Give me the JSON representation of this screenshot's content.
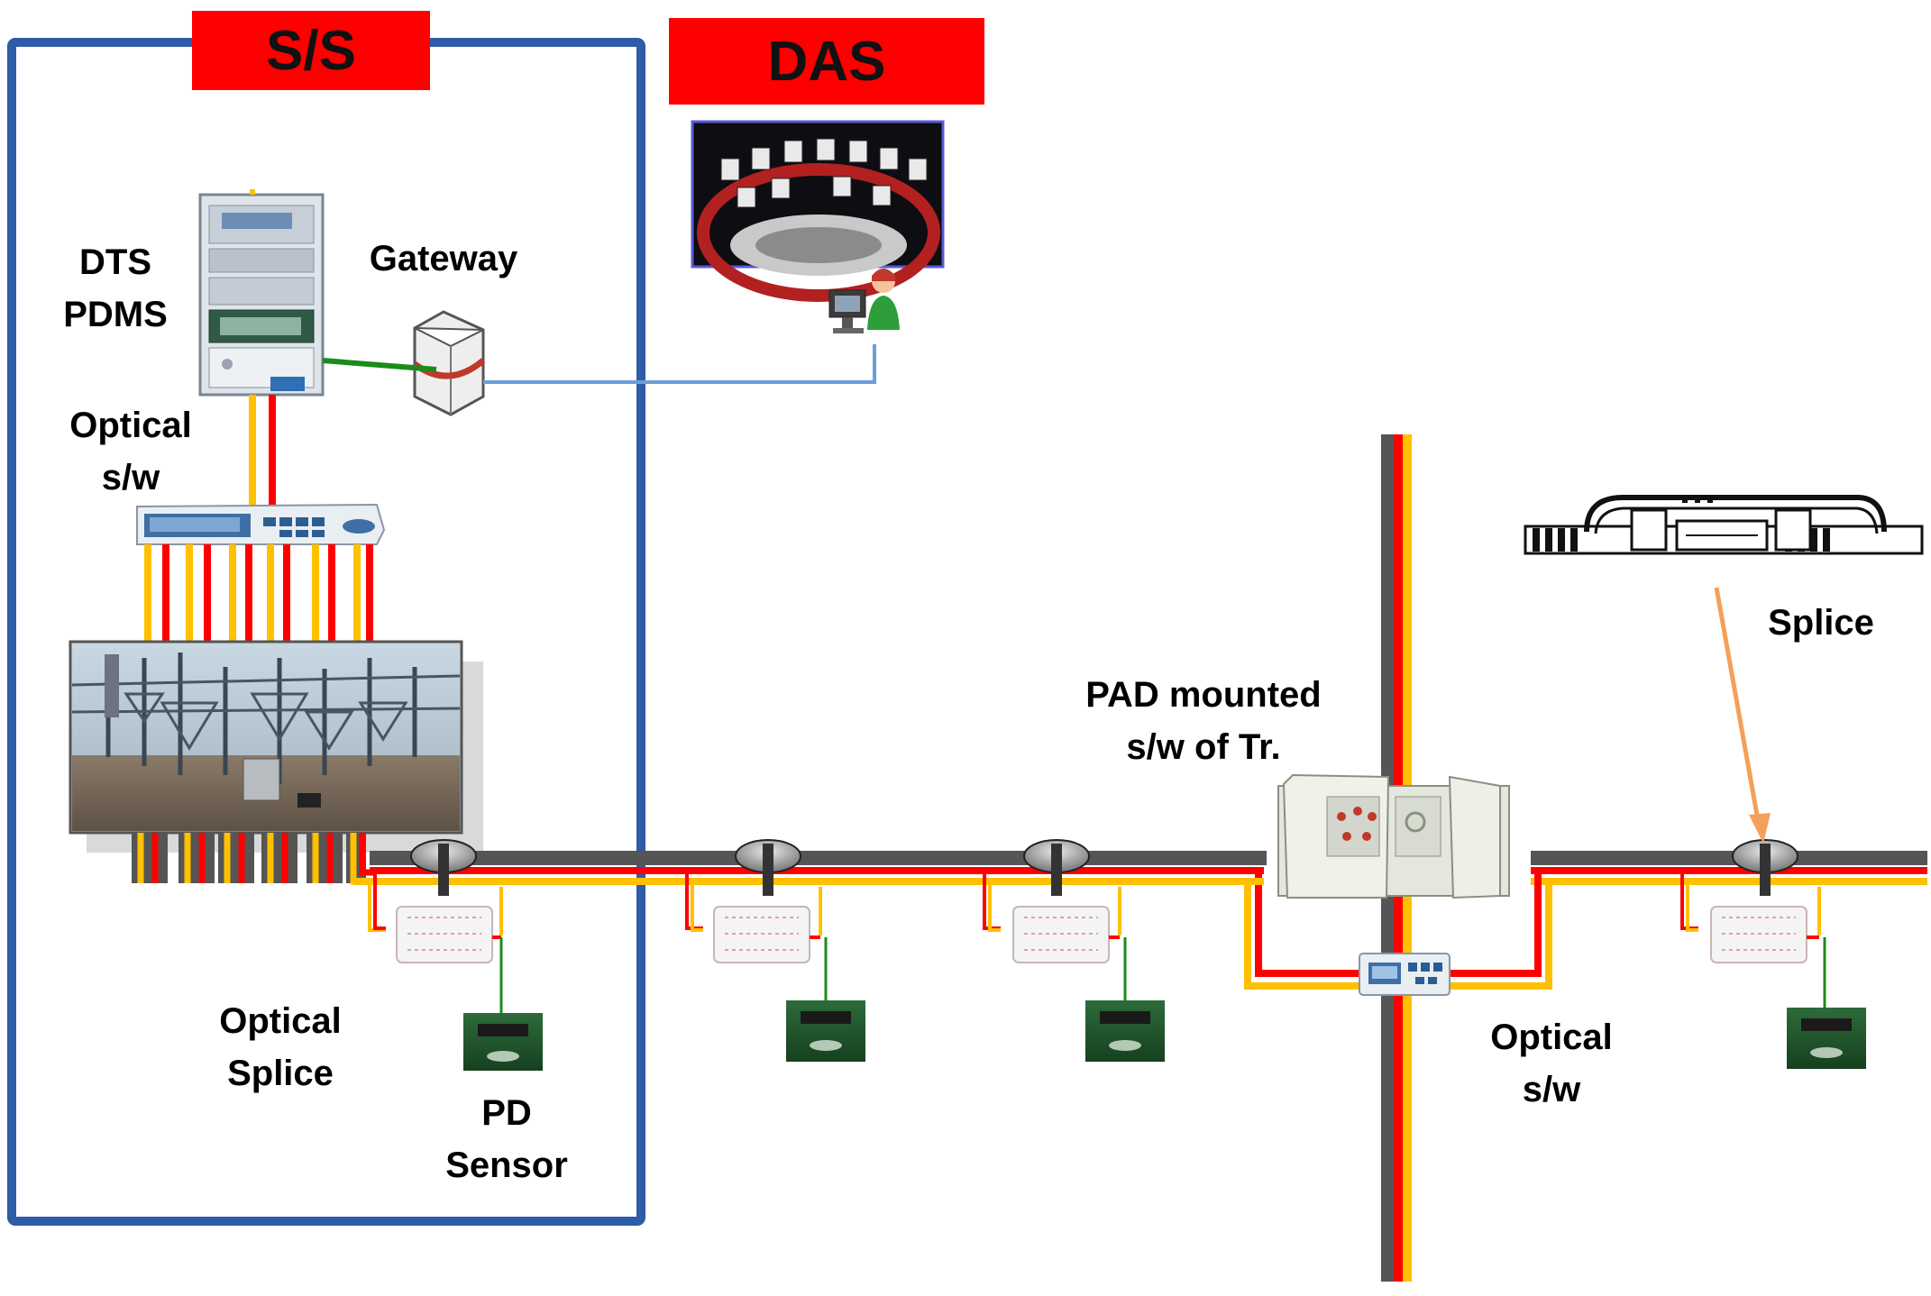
{
  "headers": {
    "substation": "S/S",
    "das": "DAS"
  },
  "labels": {
    "dts_line1": "DTS",
    "dts_line2": "PDMS",
    "gateway": "Gateway",
    "optical_sw_top_line1": "Optical",
    "optical_sw_top_line2": "s/w",
    "optical_splice_line1": "Optical",
    "optical_splice_line2": "Splice",
    "pd_sensor_line1": "PD",
    "pd_sensor_line2": "Sensor",
    "pad_line1": "PAD mounted",
    "pad_line2": "s/w of Tr.",
    "optical_sw_right_line1": "Optical",
    "optical_sw_right_line2": "s/w",
    "splice": "Splice"
  },
  "colors": {
    "substation_border": "#2e5ca8",
    "header_fill": "#ff0000",
    "fiber_red": "#ff0000",
    "fiber_yellow": "#ffc000",
    "cable_gray": "#5a5a5a",
    "comm_green": "#1a8c1a",
    "comm_blue": "#6a9fd8",
    "splice_arrow": "#f5a05a"
  }
}
